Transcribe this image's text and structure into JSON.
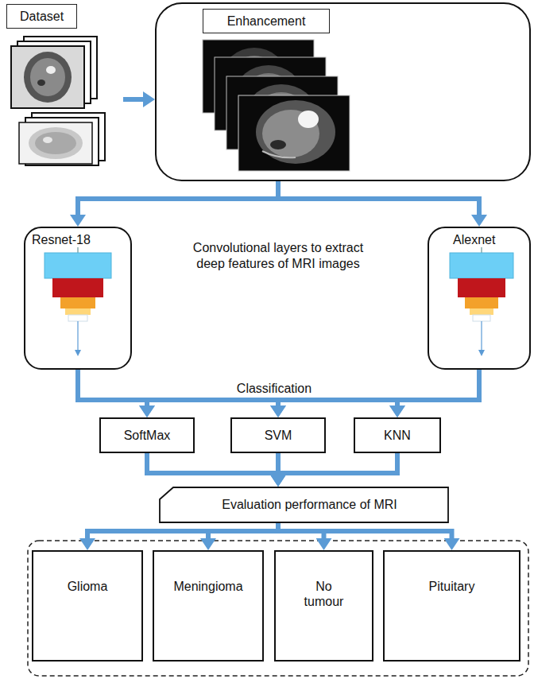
{
  "diagram": {
    "nodes": [
      {
        "text": [
          "Dataset"
        ]
      },
      {
        "text": [
          "Enhancement"
        ]
      },
      {
        "text": [
          "Resnet-18"
        ]
      },
      {
        "text": [
          "Alexnet"
        ]
      },
      {
        "text": [
          "SoftMax"
        ]
      },
      {
        "text": [
          "SVM"
        ]
      },
      {
        "text": [
          "KNN"
        ]
      },
      {
        "text": [
          "Evaluation performance of MRI"
        ]
      },
      {
        "text": [
          "Glioma"
        ]
      },
      {
        "text": [
          "Meningioma"
        ]
      },
      {
        "text": [
          "No tumour"
        ]
      },
      {
        "text": [
          "Pituitary"
        ]
      }
    ],
    "edges": [
      {
        "from": 0,
        "to": 1,
        "arrow": "to"
      },
      {
        "from": 1,
        "to": 2,
        "arrow": "to"
      },
      {
        "from": 1,
        "to": 3,
        "arrow": "to"
      },
      {
        "from": 2,
        "to": 4,
        "arrow": "to"
      },
      {
        "from": 2,
        "to": 5,
        "arrow": "to"
      },
      {
        "from": 2,
        "to": 6,
        "arrow": "to"
      },
      {
        "from": 3,
        "to": 4,
        "arrow": "to"
      },
      {
        "from": 3,
        "to": 5,
        "arrow": "to"
      },
      {
        "from": 3,
        "to": 6,
        "arrow": "to"
      },
      {
        "from": 4,
        "to": 7,
        "arrow": "to"
      },
      {
        "from": 5,
        "to": 7,
        "arrow": "to"
      },
      {
        "from": 6,
        "to": 7,
        "arrow": "to"
      },
      {
        "from": 7,
        "to": 8,
        "arrow": "to"
      },
      {
        "from": 7,
        "to": 9,
        "arrow": "to"
      },
      {
        "from": 7,
        "to": 10,
        "arrow": "to"
      },
      {
        "from": 7,
        "to": 11,
        "arrow": "to"
      }
    ],
    "labels": [
      "Convolutional layers to extract deep features of MRI images",
      "Classification"
    ]
  }
}
